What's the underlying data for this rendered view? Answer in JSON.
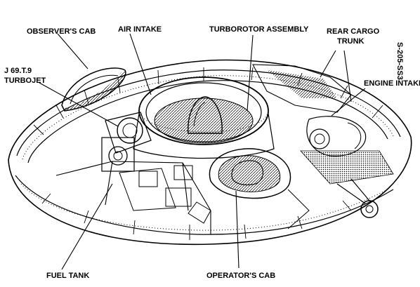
{
  "labels": {
    "observers_cab": "OBSERVER'S CAB",
    "air_intake": "AIR INTAKE",
    "turborotor_assembly": "TURBOROTOR ASSEMBLY",
    "rear_cargo": "REAR CARGO",
    "trunk": "TRUNK",
    "engine_intake": "ENGINE INTAKE",
    "j69_line1": "J 69.T.9",
    "j69_line2": "TURBOJET",
    "fuel_tank": "FUEL TANK",
    "operators_cab": "OPERATOR'S CAB",
    "serial": "S-205-SS3"
  }
}
